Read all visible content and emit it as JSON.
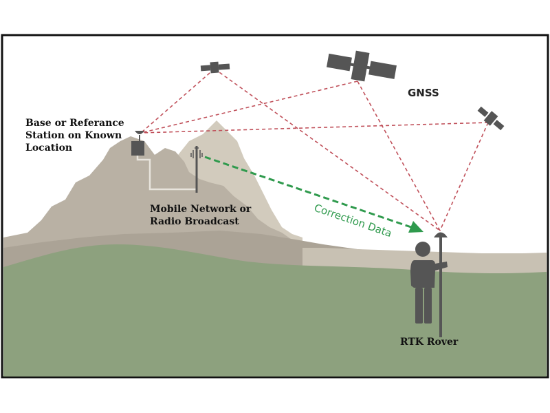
{
  "labels": {
    "base_station": [
      "Base or Referance",
      "Station on Known",
      "Location"
    ],
    "mobile_network": [
      "Mobile Network or",
      "Radio Broadcast"
    ],
    "gnss": "GNSS",
    "correction": "Correction Data",
    "rover": "RTK Rover"
  },
  "colors": {
    "frame": "#111111",
    "sky": "#ffffff",
    "mountain_far": "#d2cbbd",
    "mountain_mid": "#b9b1a4",
    "mountain_near": "#aba396",
    "ground_band": "#c8c1b3",
    "grass": "#8da17e",
    "satellite_ray": "#c0505a",
    "correction_arrow": "#2f9a4d",
    "icons": "#555555"
  },
  "icons": [
    "satellite-icon",
    "antenna-tower-icon",
    "base-station-icon",
    "surveyor-icon",
    "gnss-pole-icon"
  ]
}
